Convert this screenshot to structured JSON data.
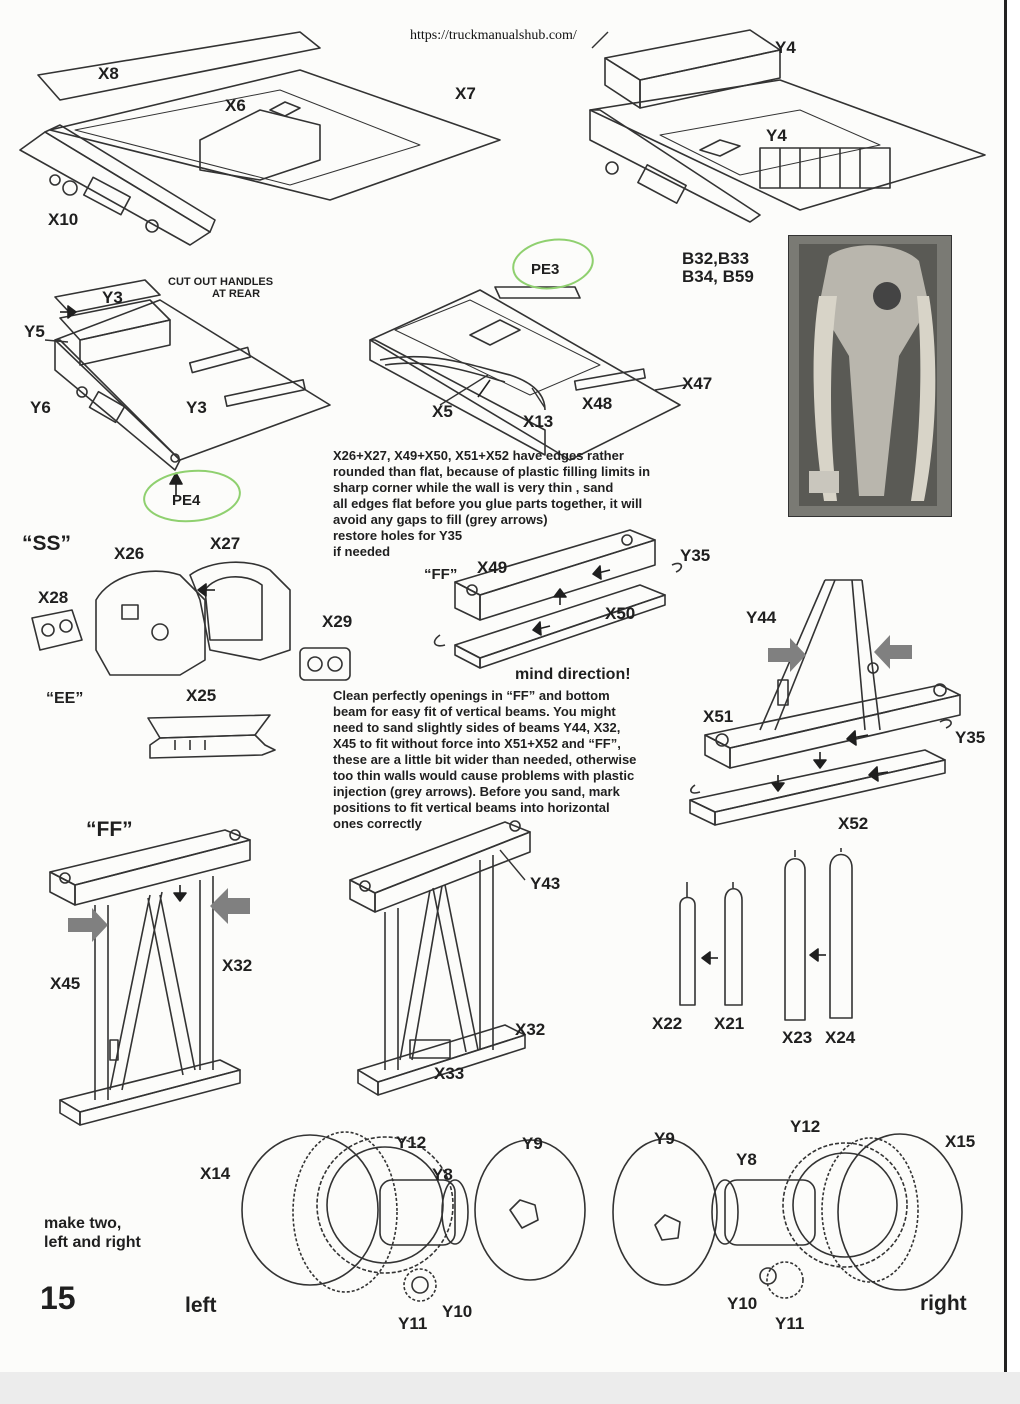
{
  "source_url": "https://truckmanualshub.com/",
  "page_number": "15",
  "part_labels": {
    "x8": "X8",
    "x6": "X6",
    "x7": "X7",
    "x10": "X10",
    "y4a": "Y4",
    "y4b": "Y4",
    "y3a": "Y3",
    "y3b": "Y3",
    "y5": "Y5",
    "y6": "Y6",
    "pe3": "PE3",
    "pe4": "PE4",
    "x5": "X5",
    "x13": "X13",
    "x48": "X48",
    "x47": "X47",
    "ss": "“SS”",
    "x26": "X26",
    "x27": "X27",
    "x28": "X28",
    "x29": "X29",
    "ee": "“EE”",
    "x25": "X25",
    "ff_a": "“FF”",
    "x49": "X49",
    "x50": "X50",
    "y35a": "Y35",
    "y44": "Y44",
    "x51": "X51",
    "y35b": "Y35",
    "x52": "X52",
    "ff_b": "“FF”",
    "x45": "X45",
    "x32a": "X32",
    "y43": "Y43",
    "x32b": "X32",
    "x33": "X33",
    "x22": "X22",
    "x21": "X21",
    "x23": "X23",
    "x24": "X24",
    "x14": "X14",
    "y12a": "Y12",
    "y8a": "Y8",
    "y9a": "Y9",
    "y10a": "Y10",
    "y11a": "Y11",
    "y9b": "Y9",
    "y12b": "Y12",
    "y8b": "Y8",
    "x15": "X15",
    "y10b": "Y10",
    "y11b": "Y11"
  },
  "photo_caption": [
    "B32,B33",
    "B34, B59"
  ],
  "cut_out_note": [
    "CUT OUT HANDLES",
    "AT REAR"
  ],
  "edges_note": [
    "X26+X27, X49+X50, X51+X52 have edges rather",
    "rounded than flat, because of plastic filling limits in",
    "sharp corner while the wall is very thin , sand",
    "all edges flat before you glue parts together, it will",
    "avoid any gaps to fill (grey arrows)",
    "restore holes for Y35",
    "if needed"
  ],
  "mind_direction": "mind direction!",
  "clean_note": [
    "Clean perfectly openings in “FF” and bottom",
    "beam for easy fit of vertical beams.  You might",
    "need to sand slightly sides of beams Y44, X32,",
    "X45  to fit without force into X51+X52 and “FF”,",
    "these are a little bit wider than needed, otherwise",
    "too thin walls would cause problems with plastic",
    "injection (grey arrows). Before you sand, mark",
    "positions to fit vertical beams into horizontal",
    "ones  correctly"
  ],
  "make_two": [
    "make two,",
    "left and right"
  ],
  "left_label": "left",
  "right_label": "right",
  "colors": {
    "paper": "#fcfcfa",
    "ink": "#1f1f1f",
    "grey_arrow": "#808080",
    "green_circle": "#8fd06f"
  }
}
